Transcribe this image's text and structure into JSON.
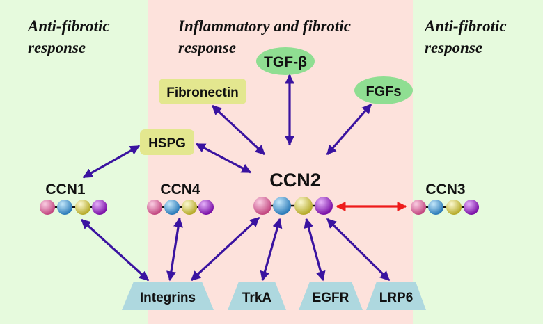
{
  "zones": {
    "left_title": [
      "Anti-fibrotic",
      "response"
    ],
    "center_title": [
      "Inflammatory and fibrotic",
      "response"
    ],
    "right_title": [
      "Anti-fibrotic",
      "response"
    ]
  },
  "proteins": {
    "ccn1": "CCN1",
    "ccn2": "CCN2",
    "ccn3": "CCN3",
    "ccn4": "CCN4"
  },
  "ligands": {
    "tgf": "TGF-β",
    "fgfs": "FGFs",
    "fibronectin": "Fibronectin",
    "hspg": "HSPG"
  },
  "receptors": {
    "integrins": "Integrins",
    "trka": "TrkA",
    "egfr": "EGFR",
    "lrp6": "LRP6"
  },
  "colors": {
    "anti_fibrotic_bg": "#e6fadd",
    "fibrotic_bg": "#fde2dc",
    "ligand_ellipse": "#8fde92",
    "ligand_box": "#e3e78f",
    "receptor": "#aed8df",
    "arrow": "#3a13a0",
    "inhibit_arrow": "#ee1b1b",
    "domain_1": "#d9609a",
    "domain_2": "#3a9ad6",
    "domain_3": "#e0d64a",
    "domain_4": "#9a1fc4"
  }
}
